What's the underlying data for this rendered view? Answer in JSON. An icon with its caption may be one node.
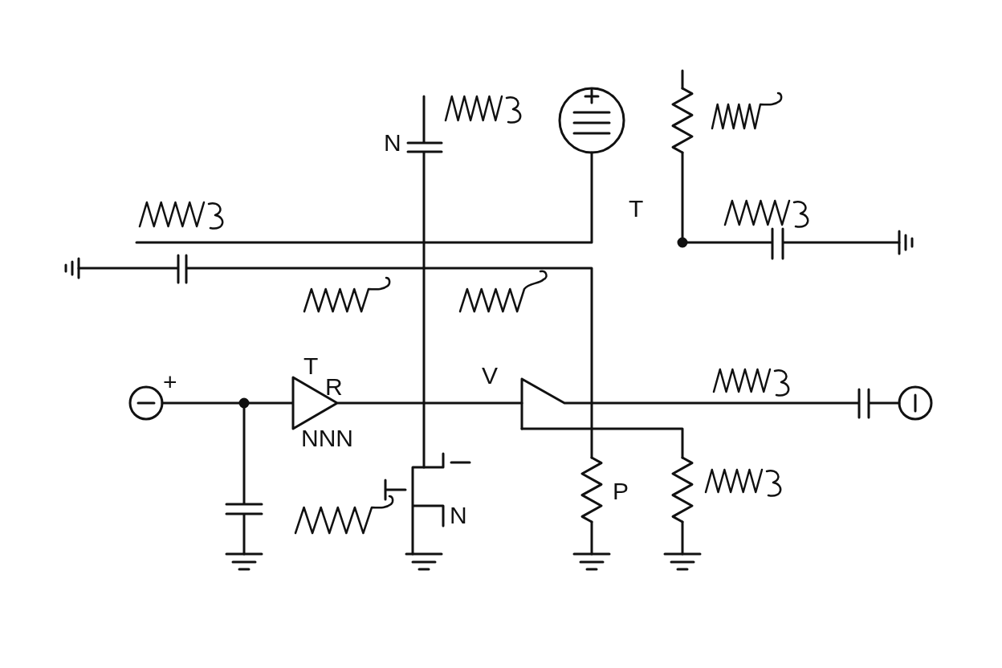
{
  "diagram": {
    "labels": [
      "N",
      "T",
      "T",
      "V",
      "+",
      "R",
      "NNN",
      "P",
      "N"
    ]
  }
}
